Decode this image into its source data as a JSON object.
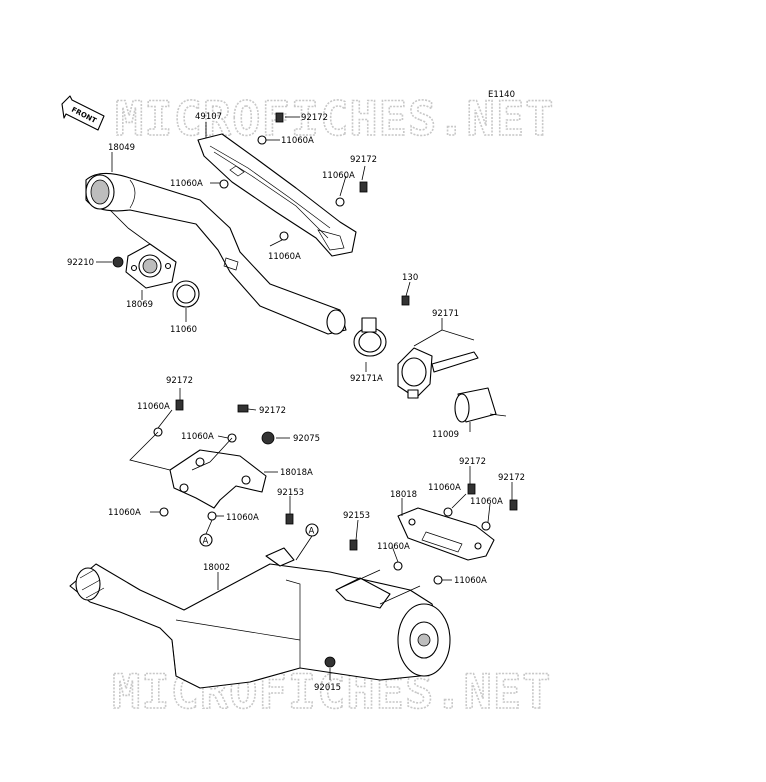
{
  "diagram_code": "E1140",
  "watermark": {
    "top": "MICROFICHES.NET",
    "bottom": "MICROFICHES.NET"
  },
  "front_arrow": "FRONT",
  "callouts": {
    "p49107": "49107",
    "p92172_a": "92172",
    "p11060a_a": "11060A",
    "p18049": "18049",
    "p92172_b": "92172",
    "p11060a_b": "11060A",
    "p11060a_c": "11060A",
    "p11060a_d": "11060A",
    "p92210": "92210",
    "p18069": "18069",
    "p11060": "11060",
    "p130": "130",
    "p92171": "92171",
    "p92171a": "92171A",
    "p11009": "11009",
    "p92172_c": "92172",
    "p11060a_e": "11060A",
    "p92172_d": "92172",
    "p11060a_f": "11060A",
    "p92075": "92075",
    "p18018a": "18018A",
    "p92153_a": "92153",
    "p11060a_g": "11060A",
    "p11060a_h": "11060A",
    "ref_a_1": "A",
    "ref_a_2": "A",
    "p92172_e": "92172",
    "p92172_f": "92172",
    "p11060a_i": "11060A",
    "p18018": "18018",
    "p11060a_j": "11060A",
    "p92153_b": "92153",
    "p11060a_k": "11060A",
    "p11060a_l": "11060A",
    "p18002": "18002",
    "p92015": "92015"
  },
  "colors": {
    "line": "#000000",
    "watermark": "#c8c8c8",
    "background": "#ffffff"
  }
}
